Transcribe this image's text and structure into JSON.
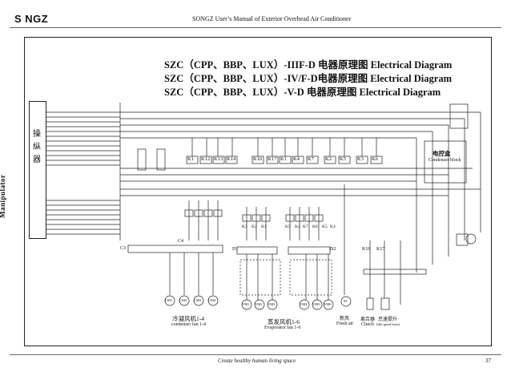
{
  "header": {
    "logo": "S  NGZ",
    "doc_title": "SONGZ User’s Manual of Exterior Overhead Air Conditioner"
  },
  "diagram": {
    "titles": [
      "SZC（CPP、BBP、LUX）-IIIF-D 电器原理图 Electrical Diagram",
      "SZC（CPP、BBP、LUX）-IV/F-D电器原理图 Electrical Diagram",
      "SZC（CPP、BBP、LUX）-V-D 电器原理图 Electrical Diagram"
    ],
    "manipulator": {
      "cn": "操纵器",
      "en": "Manipulator"
    },
    "control_box": {
      "cn": "电控盒",
      "en": "Condenser block"
    },
    "relays_top": [
      "K1",
      "K12",
      "K13",
      "K14",
      "K16",
      "K17",
      "K1",
      "K4",
      "K7",
      "K2",
      "K5",
      "K3",
      "K6"
    ],
    "relays_mid": [
      "K3",
      "K2",
      "K1",
      "K5",
      "K4",
      "K7",
      "K6",
      "K5",
      "K4"
    ],
    "relays_right": [
      "K16",
      "K17"
    ],
    "bus_labels": [
      "C3",
      "C4",
      "D1",
      "D2"
    ],
    "fan_labels": [
      "CM1",
      "CM2",
      "CM3",
      "CM4",
      "VM1",
      "VM2",
      "VM3",
      "VM4",
      "VM5",
      "VM6",
      "M"
    ],
    "captions": {
      "condenser_cn": "冷凝风机1-4",
      "condenser_en": "condenser fan 1-4",
      "evaporator_cn": "蒸发风机1-6",
      "evaporator_en": "Evaporator fan 1-6",
      "fresh_cn": "新风",
      "fresh_en": "Fresh air",
      "clutch_cn": "离合器",
      "clutch_en": "Clutch",
      "idle_cn": "怠速提升",
      "idle_en": "Idle speed boost"
    }
  },
  "footer": {
    "tagline": "Create healthy human living space",
    "page": "37"
  }
}
